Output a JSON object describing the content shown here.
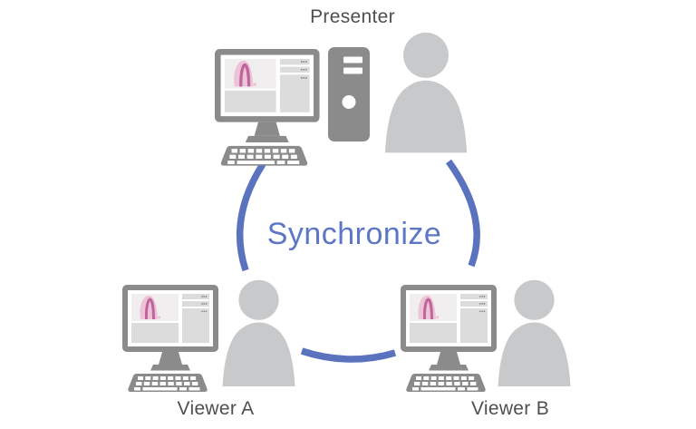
{
  "diagram": {
    "center_label": "Synchronize",
    "nodes": [
      {
        "id": "presenter",
        "label": "Presenter",
        "role": "source",
        "devices": [
          "desktop-monitor-icon",
          "computer-tower-icon",
          "keyboard-icon",
          "person-icon"
        ]
      },
      {
        "id": "viewer-a",
        "label": "Viewer A",
        "role": "viewer",
        "devices": [
          "desktop-monitor-icon",
          "keyboard-icon",
          "person-icon"
        ]
      },
      {
        "id": "viewer-b",
        "label": "Viewer B",
        "role": "viewer",
        "devices": [
          "desktop-monitor-icon",
          "keyboard-icon",
          "person-icon"
        ]
      }
    ],
    "connector": "sync-circle-icon"
  },
  "screen_content": {
    "image_panel": "endoscopy-image",
    "sidebar_rows": 3,
    "row_menu_icon": "ellipsis-dots-icon"
  },
  "colors": {
    "accent_blue": "#5b73bf",
    "sync_text_blue": "#5d76c5",
    "label_gray": "#4f4f4f",
    "device_gray": "#8b8b8b",
    "person_gray": "#c8c9cb",
    "panel_gray": "#dcdcdc",
    "image_panel_bg": "#f1eef0",
    "pink_light": "#edc4d7",
    "pink_dark": "#bf659b",
    "dots_gray": "#6f6f6f",
    "screen_white": "#ffffff"
  }
}
